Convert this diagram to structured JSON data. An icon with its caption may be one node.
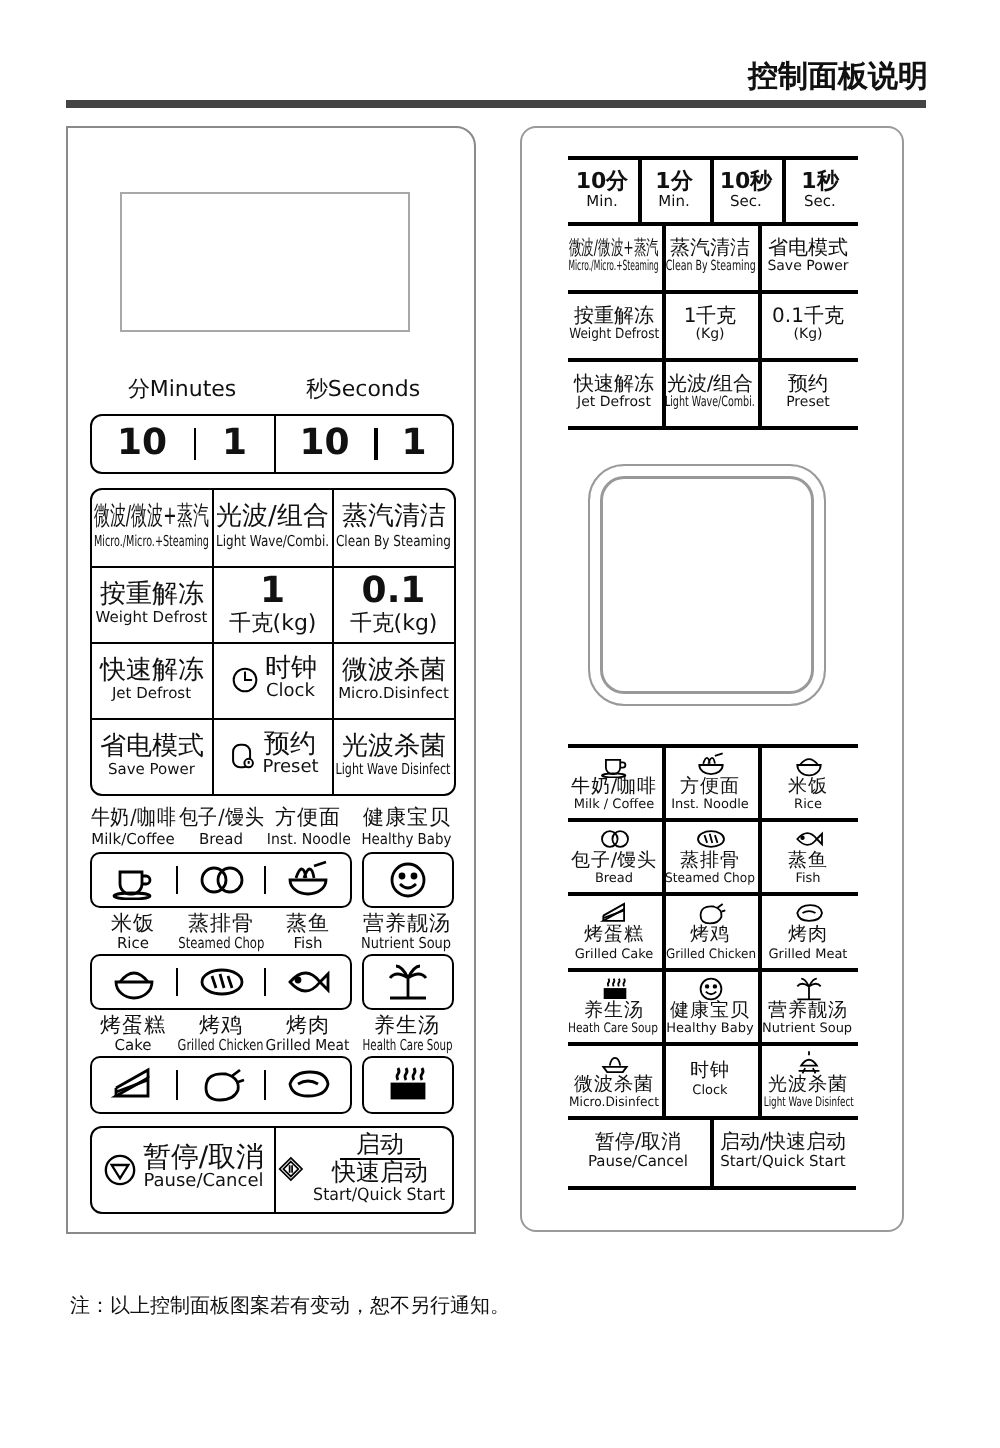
{
  "diagram": {
    "title": "控制面板说明",
    "nodes": [
      {
        "text": [],
        "shape": "box"
      },
      {
        "text": [],
        "shape": "box",
        "in": 0
      },
      {
        "text": [
          "分Minutes",
          "10",
          "1"
        ],
        "in": 0
      },
      {
        "text": [
          "秒Seconds",
          "10",
          "1"
        ],
        "in": 0
      },
      {
        "text": [
          "微波/微波+蒸汽",
          "Micro./Micro.+Steaming"
        ],
        "in": 0
      },
      {
        "text": [
          "光波/组合",
          "Light Wave/Combi."
        ],
        "in": 0
      },
      {
        "text": [
          "蒸汽清洁",
          "Clean By Steaming"
        ],
        "in": 0
      },
      {
        "text": [
          "按重解冻",
          "Weight Defrost"
        ],
        "in": 0
      },
      {
        "text": [
          "1",
          "千克(kg)"
        ],
        "in": 0
      },
      {
        "text": [
          "0.1",
          "千克(kg)"
        ],
        "in": 0
      },
      {
        "text": [
          "快速解冻",
          "Jet Defrost"
        ],
        "in": 0
      },
      {
        "text": [
          "时钟",
          "Clock"
        ],
        "in": 0
      },
      {
        "text": [
          "微波杀菌",
          "Micro.Disinfect"
        ],
        "in": 0
      },
      {
        "text": [
          "省电模式",
          "Save Power"
        ],
        "in": 0
      },
      {
        "text": [
          "预约",
          "Preset"
        ],
        "in": 0
      },
      {
        "text": [
          "光波杀菌",
          "Light Wave Disinfect"
        ],
        "in": 0
      },
      {
        "text": [
          "牛奶/咖啡",
          "Milk/Coffee"
        ],
        "in": 0
      },
      {
        "text": [
          "包子/馒头",
          "Bread"
        ],
        "in": 0
      },
      {
        "text": [
          "方便面",
          "Inst. Noodle"
        ],
        "in": 0
      },
      {
        "text": [
          "健康宝贝",
          "Healthy Baby"
        ],
        "in": 0
      },
      {
        "text": [
          "米饭",
          "Rice"
        ],
        "in": 0
      },
      {
        "text": [
          "蒸排骨",
          "Steamed Chop"
        ],
        "in": 0
      },
      {
        "text": [
          "蒸鱼",
          "Fish"
        ],
        "in": 0
      },
      {
        "text": [
          "营养靓汤",
          "Nutrient Soup"
        ],
        "in": 0
      },
      {
        "text": [
          "烤蛋糕",
          "Cake"
        ],
        "in": 0
      },
      {
        "text": [
          "烤鸡",
          "Grilled Chicken"
        ],
        "in": 0
      },
      {
        "text": [
          "烤肉",
          "Grilled Meat"
        ],
        "in": 0
      },
      {
        "text": [
          "养生汤",
          "Health Care Soup"
        ],
        "in": 0
      },
      {
        "text": [
          "暂停/取消",
          "Pause/Cancel"
        ],
        "in": 0
      },
      {
        "text": [
          "启动",
          "快速启动",
          "Start/Quick Start"
        ],
        "in": 0
      },
      {
        "text": [],
        "shape": "box"
      },
      {
        "text": [
          "10分",
          "Min."
        ],
        "in": 30
      },
      {
        "text": [
          "1分",
          "Min."
        ],
        "in": 30
      },
      {
        "text": [
          "10秒",
          "Sec."
        ],
        "in": 30
      },
      {
        "text": [
          "1秒",
          "Sec."
        ],
        "in": 30
      },
      {
        "text": [
          "微波/微波+蒸汽",
          "Micro./Micro.+Steaming"
        ],
        "in": 30
      },
      {
        "text": [
          "蒸汽清洁",
          "Clean By Steaming"
        ],
        "in": 30
      },
      {
        "text": [
          "省电模式",
          "Save Power"
        ],
        "in": 30
      },
      {
        "text": [
          "按重解冻",
          "Weight Defrost"
        ],
        "in": 30
      },
      {
        "text": [
          "1千克",
          "(Kg)"
        ],
        "in": 30
      },
      {
        "text": [
          "0.1千克",
          "(Kg)"
        ],
        "in": 30
      },
      {
        "text": [
          "快速解冻",
          "Jet Defrost"
        ],
        "in": 30
      },
      {
        "text": [
          "光波/组合",
          "Light Wave/Combi."
        ],
        "in": 30
      },
      {
        "text": [
          "预约",
          "Preset"
        ],
        "in": 30
      },
      {
        "text": [],
        "shape": "box",
        "in": 30
      },
      {
        "text": [
          "牛奶/咖啡",
          "Milk / Coffee"
        ],
        "in": 30
      },
      {
        "text": [
          "方便面",
          "Inst. Noodle"
        ],
        "in": 30
      },
      {
        "text": [
          "米饭",
          "Rice"
        ],
        "in": 30
      },
      {
        "text": [
          "包子/馒头",
          "Bread"
        ],
        "in": 30
      },
      {
        "text": [
          "蒸排骨",
          "Steamed Chop"
        ],
        "in": 30
      },
      {
        "text": [
          "蒸鱼",
          "Fish"
        ],
        "in": 30
      },
      {
        "text": [
          "烤蛋糕",
          "Grilled Cake"
        ],
        "in": 30
      },
      {
        "text": [
          "烤鸡",
          "Grilled Chicken"
        ],
        "in": 30
      },
      {
        "text": [
          "烤肉",
          "Grilled Meat"
        ],
        "in": 30
      },
      {
        "text": [
          "养生汤",
          "Heath Care Soup"
        ],
        "in": 30
      },
      {
        "text": [
          "健康宝贝",
          "Healthy Baby"
        ],
        "in": 30
      },
      {
        "text": [
          "营养靓汤",
          "Nutrient Soup"
        ],
        "in": 30
      },
      {
        "text": [
          "微波杀菌",
          "Micro.Disinfect"
        ],
        "in": 30
      },
      {
        "text": [
          "时钟",
          "Clock"
        ],
        "in": 30
      },
      {
        "text": [
          "光波杀菌",
          "Light Wave Disinfect"
        ],
        "in": 30
      },
      {
        "text": [
          "暂停/取消",
          "Pause/Cancel"
        ],
        "in": 30
      },
      {
        "text": [
          "启动/快速启动",
          "Start/Quick Start"
        ],
        "in": 30
      }
    ],
    "labels": [
      "注：以上控制面板图案若有变动，恕不另行通知。"
    ]
  }
}
